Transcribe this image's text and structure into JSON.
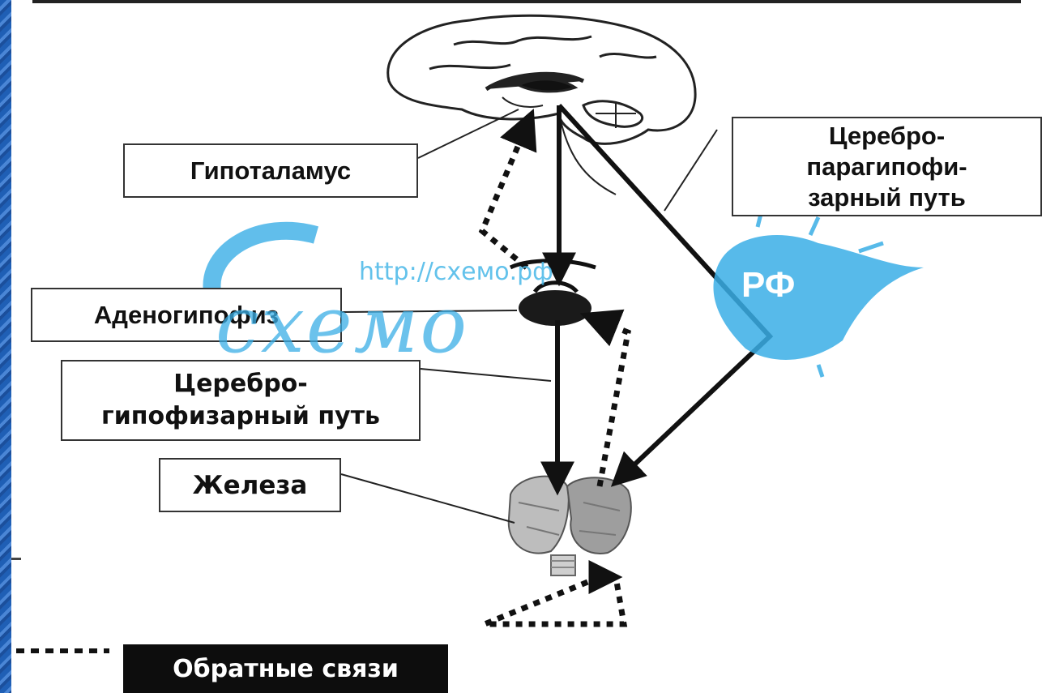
{
  "labels": {
    "hypothalamus": "Гипоталамус",
    "cerebro_paragland_path": [
      "Церебро-",
      "парагипофи-",
      "зарный путь"
    ],
    "adenohypophysis": "Аденогипофиз",
    "cerebro_hypophysis_path": [
      "Церебро-",
      "гипофизарный путь"
    ],
    "gland": "Железа"
  },
  "legend": {
    "feedback_label": "Обратные связи"
  },
  "watermark": {
    "url": "http://схемо.рф",
    "brand": "схемо",
    "badge": "РФ"
  },
  "colors": {
    "accent_blue": "#3aaee6",
    "side_strip": "#1f5fb5",
    "legend_bg": "#0d0d0d"
  }
}
